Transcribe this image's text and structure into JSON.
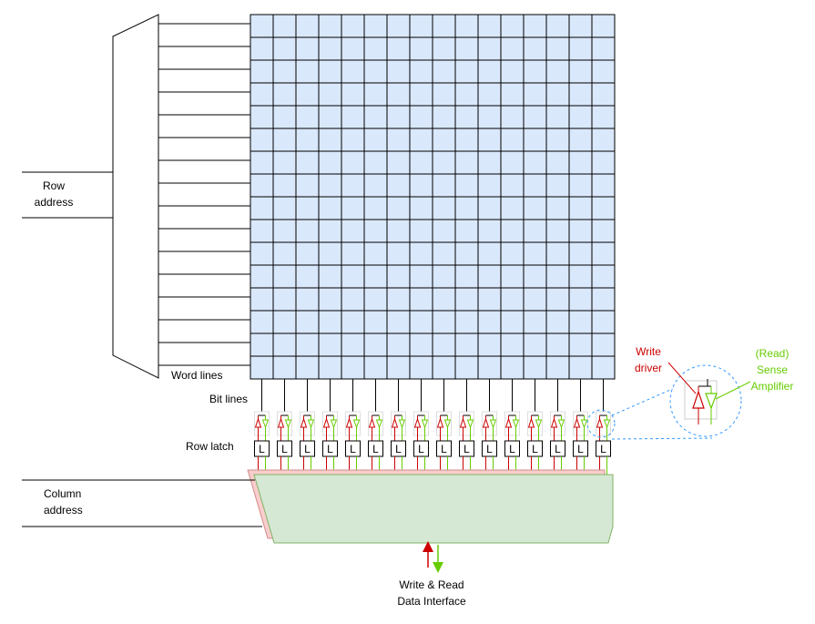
{
  "labels": {
    "row_address": [
      "Row",
      "address"
    ],
    "column_address": [
      "Column",
      "address"
    ],
    "word_lines": "Word lines",
    "bit_lines": "Bit lines",
    "row_latch": "Row latch",
    "latch_letter": "L",
    "write_driver": [
      "Write",
      "driver"
    ],
    "sense_amplifier": [
      "(Read)",
      "Sense",
      "Amplifier"
    ],
    "data_interface": [
      "Write & Read",
      "Data Interface"
    ]
  },
  "memory_array": {
    "rows": 16,
    "columns": 16
  },
  "colors": {
    "cell_fill": "#dae8fc",
    "line": "#000000",
    "write_red": "#cc0000",
    "read_green": "#66cc00",
    "mux_green_fill": "#d5e8d4",
    "mux_green_stroke": "#82b366",
    "mux_red_fill": "#f8cecc",
    "mux_red_stroke": "#d28c8c",
    "callout_blue": "#3399ff"
  }
}
